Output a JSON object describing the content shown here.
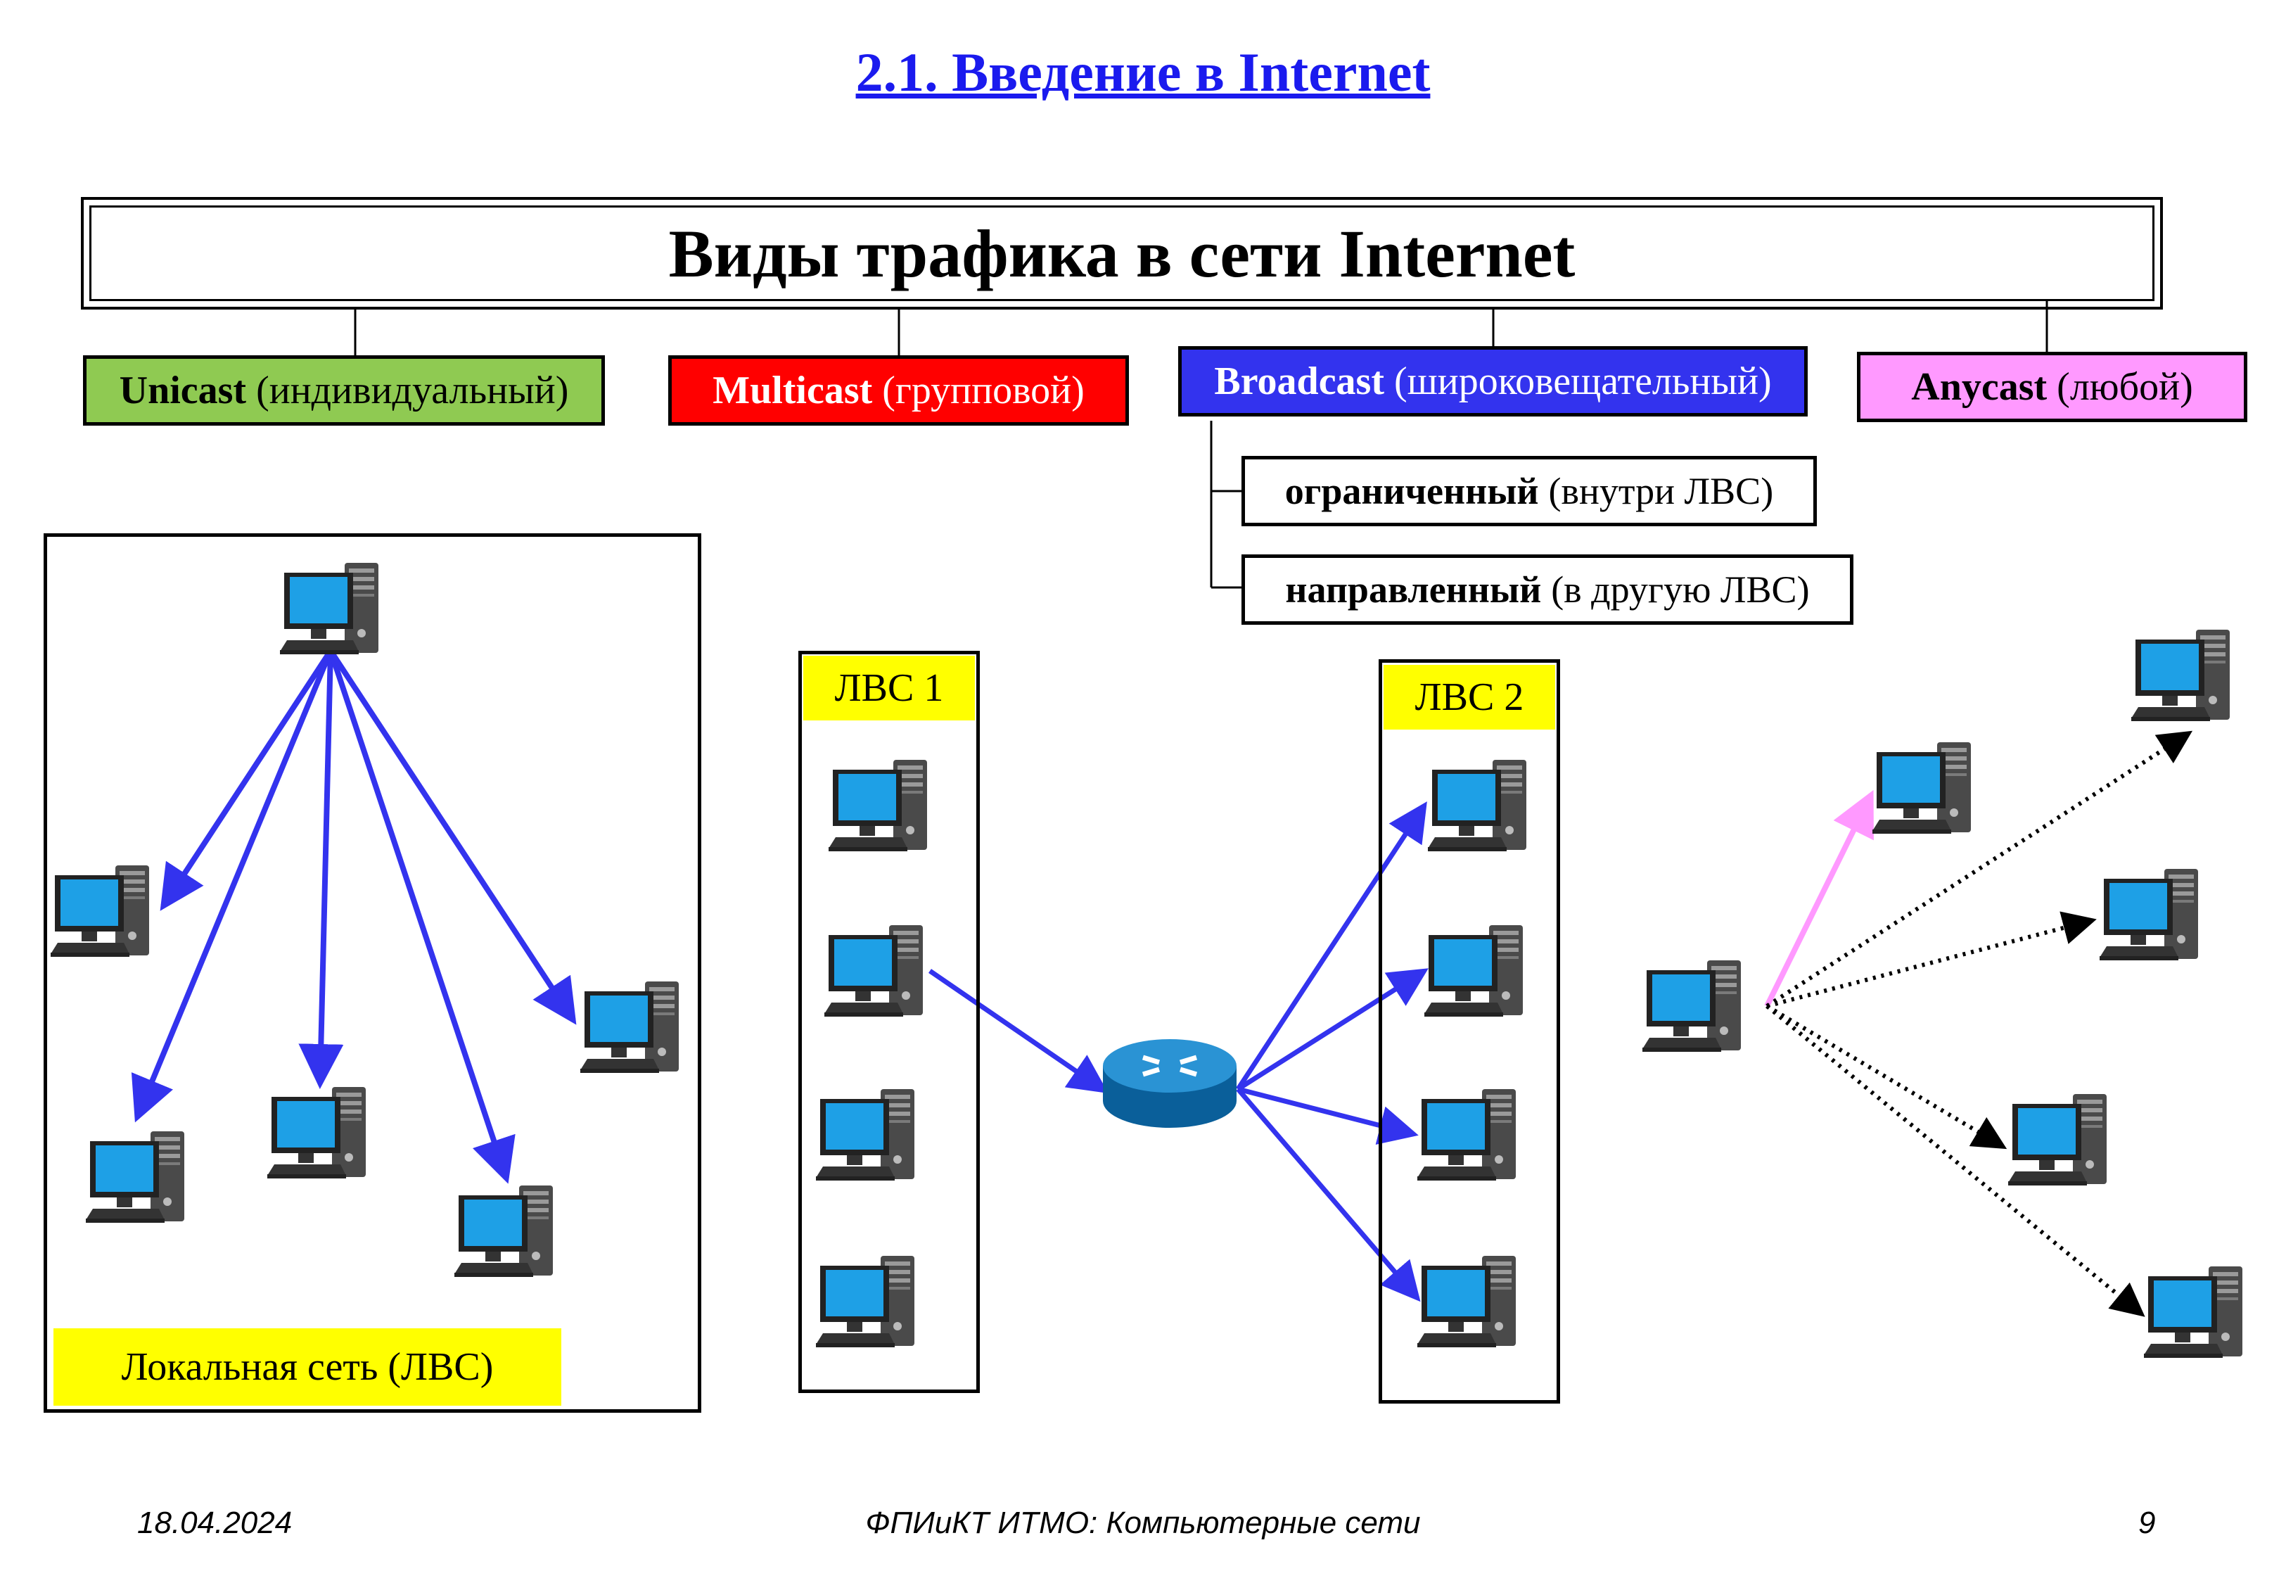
{
  "title": "2.1. Введение в Internet",
  "main_box": "Виды трафика в сети Internet",
  "categories": [
    {
      "bold": "Unicast",
      "rest": "(индивидуальный)",
      "color": "#8fca52"
    },
    {
      "bold": "Multicast",
      "rest": "(групповой)",
      "color": "#ff0000"
    },
    {
      "bold": "Broadcast",
      "rest": "(широковещательный)",
      "color": "#3333ee"
    },
    {
      "bold": "Anycast",
      "rest": "(любой)",
      "color": "#ff99ff"
    }
  ],
  "broadcast_sub": [
    {
      "bold": "ограниченный",
      "rest": "(внутри ЛВС)"
    },
    {
      "bold": "направленный",
      "rest": "(в другую ЛВС)"
    }
  ],
  "labels": {
    "lan": "Локальная  сеть (ЛВС)",
    "lan1": "ЛВС 1",
    "lan2": "ЛВС 2"
  },
  "colors": {
    "arrow_blue": "#3333ee",
    "arrow_pink": "#ff99ff",
    "label_yellow": "#ffff00",
    "screen": "#1ea0e6"
  },
  "icons": {
    "computer": "desktop-computer-icon",
    "router": "router-icon"
  },
  "footer": {
    "date": "18.04.2024",
    "center": "ФПИиКТ ИТМО: Компьютерные сети",
    "page": "9"
  }
}
